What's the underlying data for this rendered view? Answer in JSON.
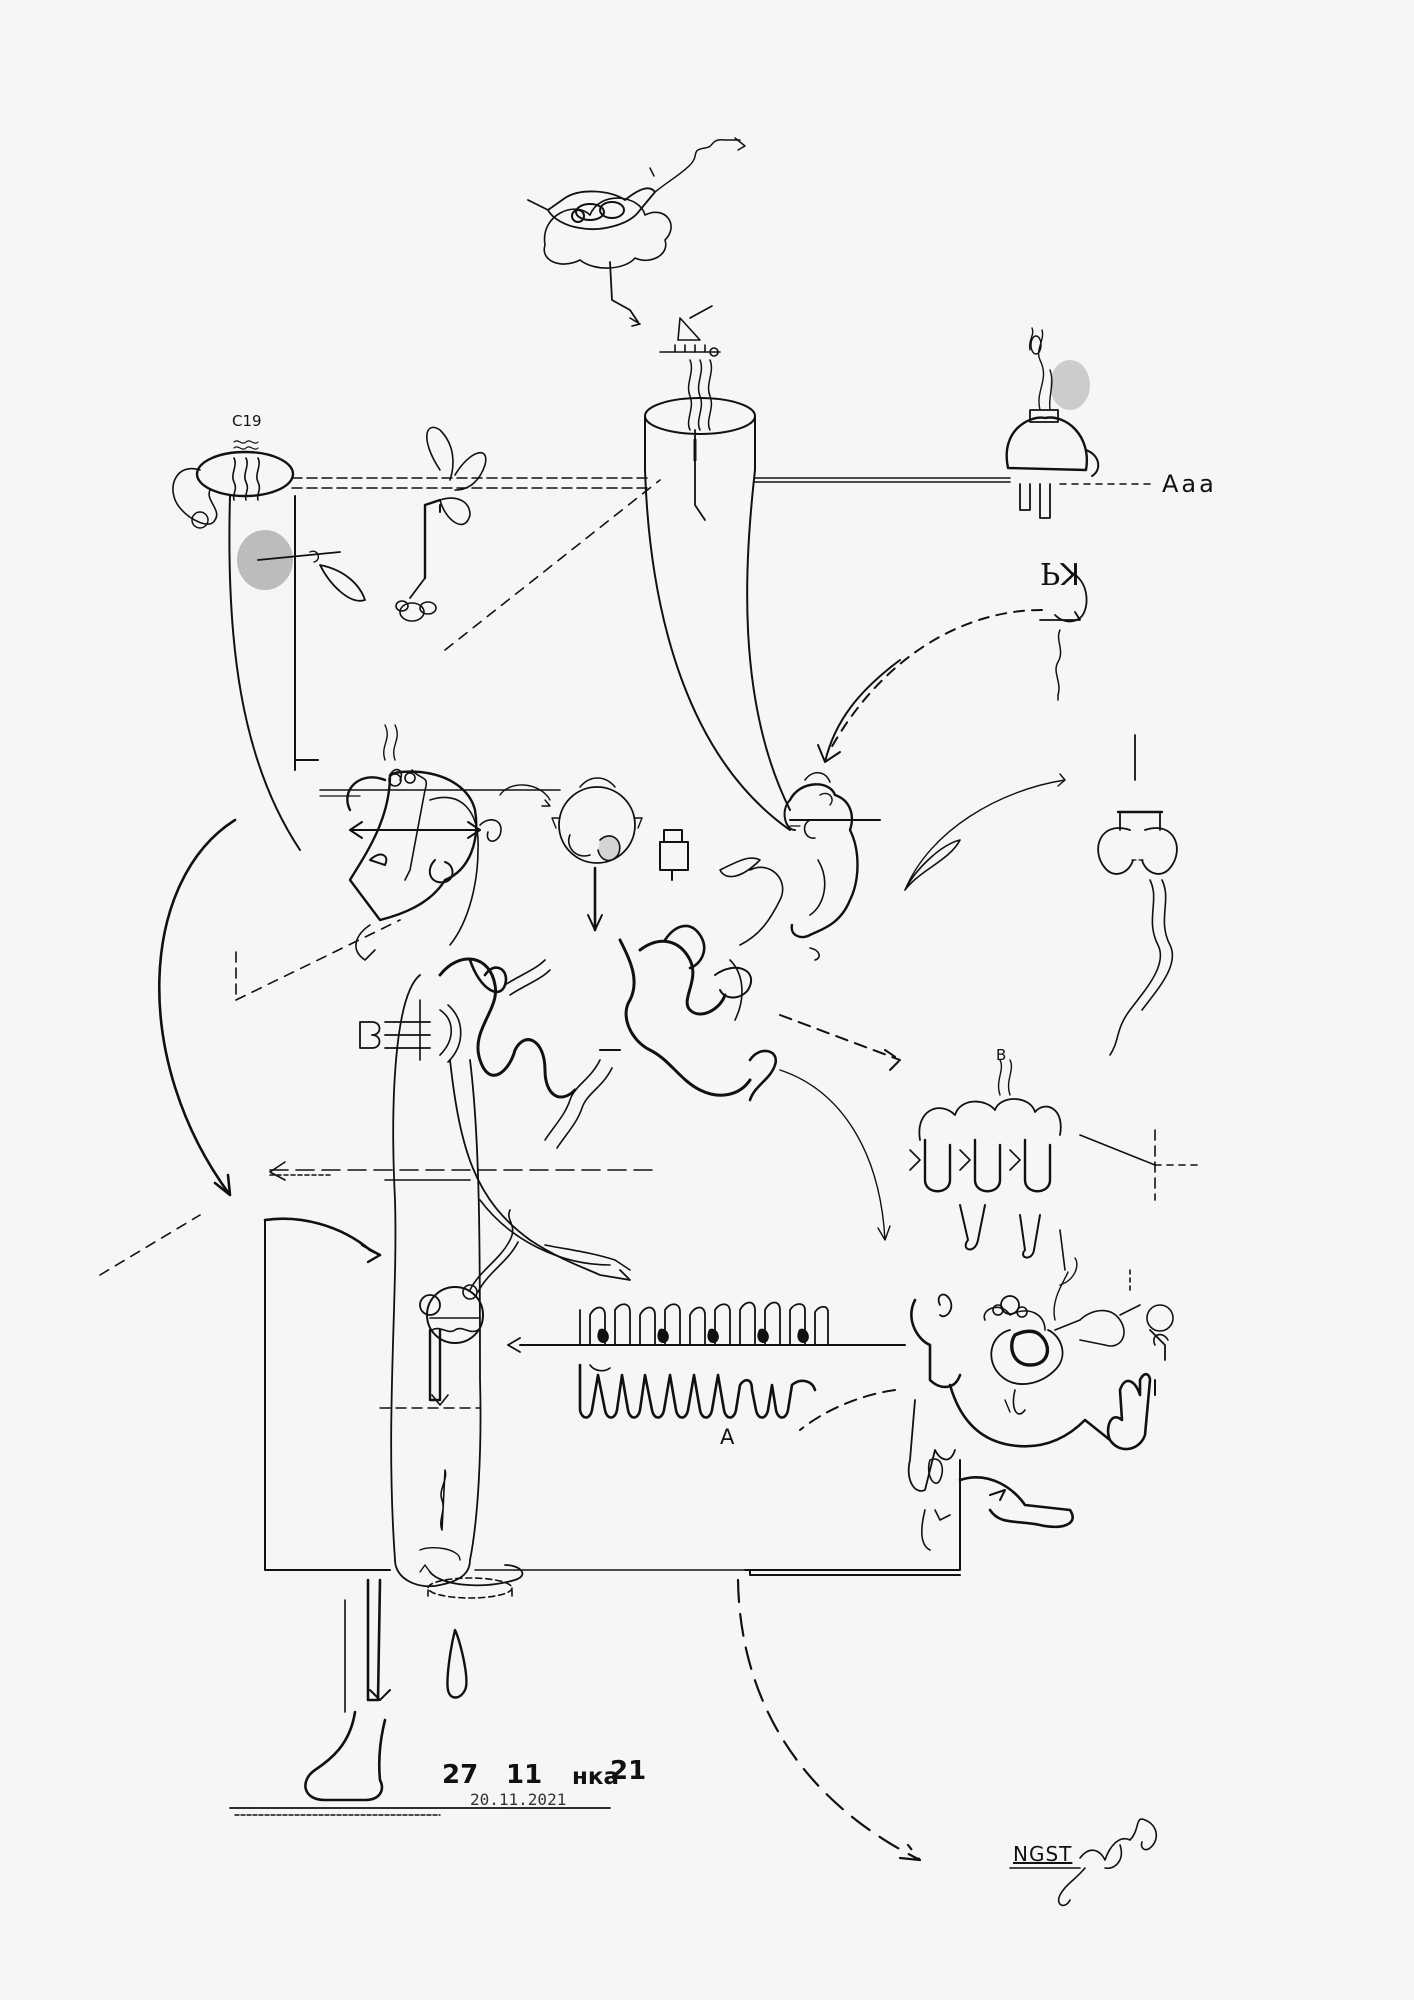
{
  "labels": {
    "c19": "C19",
    "aaa": "Aaa",
    "b": "B",
    "a": "A",
    "ks": "Ьꓘ",
    "date_day": "27",
    "date_month": "11",
    "date_suffix": "нка",
    "date_year": "21",
    "stamp": "20.11.2021",
    "signature": "NGST"
  },
  "colors": {
    "paper": "#f6f6f4",
    "ink": "#111111"
  }
}
